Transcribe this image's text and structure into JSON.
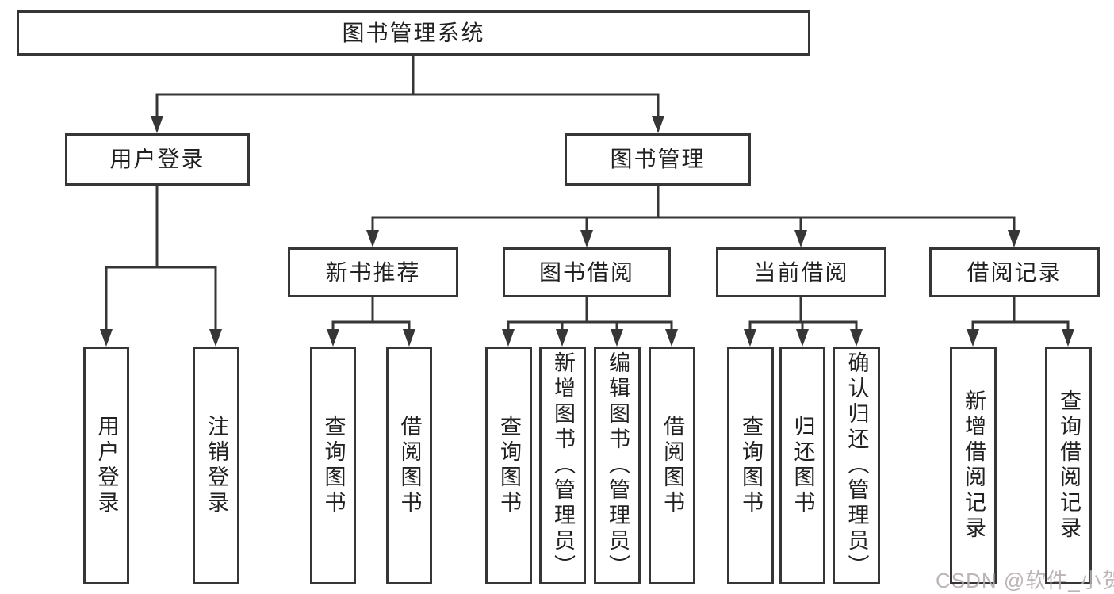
{
  "colors": {
    "line": "#363636",
    "box_border": "#363636",
    "text": "#212121",
    "watermark": "#b6adad",
    "background": "#ffffff"
  },
  "tree": {
    "root": {
      "label": "图书管理系统"
    },
    "branches": [
      {
        "label": "用户登录",
        "children": [
          {
            "label": "用户登录"
          },
          {
            "label": "注销登录"
          }
        ]
      },
      {
        "label": "图书管理",
        "children": [
          {
            "label": "新书推荐",
            "children": [
              {
                "label": "查询图书"
              },
              {
                "label": "借阅图书"
              }
            ]
          },
          {
            "label": "图书借阅",
            "children": [
              {
                "label": "查询图书"
              },
              {
                "label": "新增图书（管理员）"
              },
              {
                "label": "编辑图书（管理员）"
              },
              {
                "label": "借阅图书"
              }
            ]
          },
          {
            "label": "当前借阅",
            "children": [
              {
                "label": "查询图书"
              },
              {
                "label": "归还图书"
              },
              {
                "label": "确认归还（管理员）"
              }
            ]
          },
          {
            "label": "借阅记录",
            "children": [
              {
                "label": "新增借阅记录"
              },
              {
                "label": "查询借阅记录"
              }
            ]
          }
        ]
      }
    ]
  },
  "watermark": {
    "text": "CSDN @软件_小贺同学"
  }
}
